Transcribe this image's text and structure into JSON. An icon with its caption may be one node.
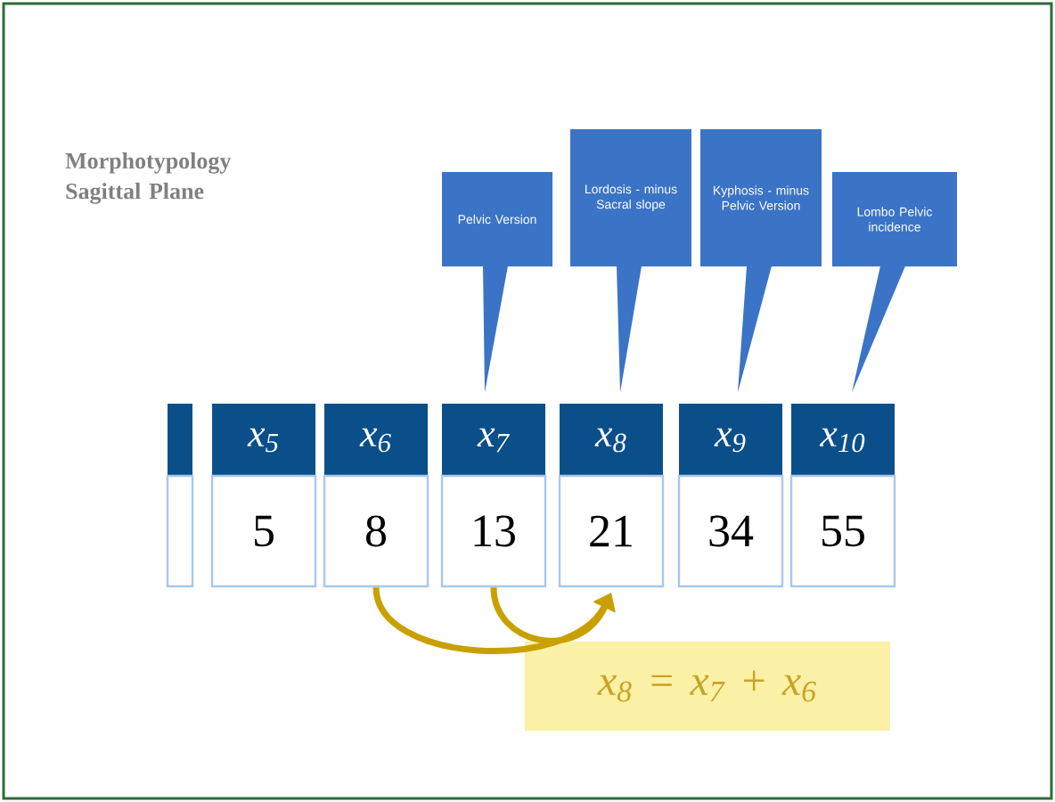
{
  "diagram": {
    "title": "Morphotypology Sagittal Plane",
    "nodes": [
      {
        "text": [
          "Pelvic Version"
        ]
      },
      {
        "text": [
          "Lordosis - minus Sacral slope"
        ]
      },
      {
        "text": [
          "Kyphosis - minus Pelvic Version"
        ]
      },
      {
        "text": [
          "Lombo Pelvic incidence"
        ]
      },
      {
        "text": [],
        "shape": "box"
      },
      {
        "text": [
          "x$_{5}$"
        ]
      },
      {
        "text": [
          "x$_{6}$"
        ]
      },
      {
        "text": [
          "x$_{7}$"
        ]
      },
      {
        "text": [
          "x$_{8}$"
        ]
      },
      {
        "text": [
          "x$_{9}$"
        ]
      },
      {
        "text": [
          "x$_{10}$"
        ]
      },
      {
        "text": [],
        "shape": "box"
      },
      {
        "text": [
          "5"
        ]
      },
      {
        "text": [
          "8"
        ]
      },
      {
        "text": [
          "13"
        ]
      },
      {
        "text": [
          "21"
        ]
      },
      {
        "text": [
          "34"
        ]
      },
      {
        "text": [
          "55"
        ]
      },
      {
        "text": [
          "x$_{8}$ = x$_{7}$ + x$_{6}$"
        ]
      }
    ],
    "edges": [
      {
        "from": 0,
        "to": 7,
        "arrow": "to"
      },
      {
        "from": 1,
        "to": 8,
        "arrow": "to"
      },
      {
        "from": 2,
        "to": 9,
        "arrow": "to"
      },
      {
        "from": 3,
        "to": 10,
        "arrow": "to"
      },
      {
        "from": 13,
        "to": 15,
        "arrow": "to",
        "color": "#c9a000"
      },
      {
        "from": 14,
        "to": 15,
        "arrow": "to",
        "color": "#c9a000"
      }
    ]
  }
}
